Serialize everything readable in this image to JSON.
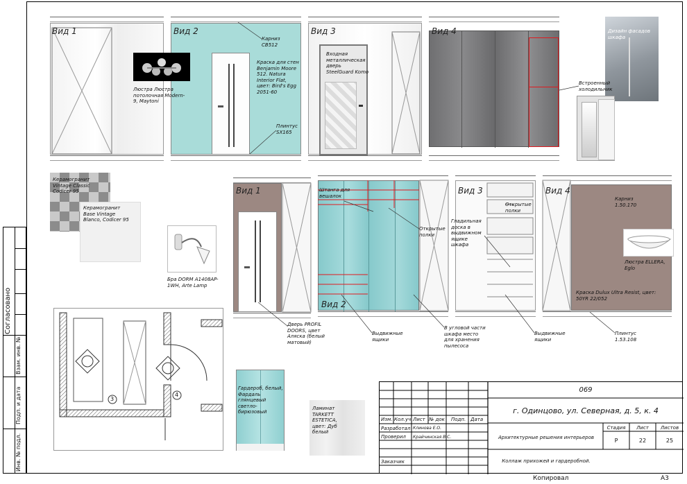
{
  "views_top": {
    "v1": "Вид 1",
    "v2": "Вид 2",
    "v3": "Вид 3",
    "v4": "Вид 4"
  },
  "views_bottom": {
    "v1": "Вид 1",
    "v2": "Вид 2",
    "v3": "Вид 3",
    "v4": "Вид 4"
  },
  "labels": {
    "chandelier": "Люстра Люстра потолочная Modern-9, Maytoni",
    "cornice_top": "Карниз CB512",
    "paint_top": "Краска для стен Benjamin Moore 512. Natura Interior Flat, цвет: Bird's Egg 2051-60",
    "plinth_top": "Плинтус SX165",
    "entrance_door": "Входная металлическая дверь SteelGuard Komo",
    "fridge": "Встроенный холодильник",
    "facade_design": "Дизайн фасадов шкафа",
    "tile1": "Керамогранит Vintage Classic Codicer 95",
    "tile2": "Керамогранит Base Vintage Blanco, Codicer 95",
    "sconce": "Бра DORM A1408AP-1WH, Arte Lamp",
    "door_profil": "Дверь PROFIL DOORS, цвет Аляска (белый матовый)",
    "hanger_bar": "Штанга для вешалок",
    "open_shelves_1": "Открытые полки",
    "drawers_1": "Выдвижные ящики",
    "vacuum": "В угловой части шкафа место для хранения пылесоса",
    "ironing": "Гладильная доска в выдвижном ящике шкафа",
    "open_shelves_2": "Открытые полки",
    "drawers_2": "Выдвижные ящики",
    "cornice_bottom": "Карниз 1.50.170",
    "chandelier_ellera": "Люстра ELLERA, Eglo",
    "paint_dulux": "Краска Dulux Ultra Resist, цвет: 50YR 22/052",
    "plinth_bottom": "Плинтус 1.53.108",
    "wardrobe": "Гардероб, белый, Фардаль глянцевый светло-бирюзовый",
    "laminate": "Ламинат TARKETT ESTETICA, цвет: Дуб белый",
    "plan_num3": "3",
    "plan_num4": "4"
  },
  "side_stamp": {
    "agreed": "Согласовано",
    "inv_no": "Взам. инв. №",
    "sign_date": "Подп. и дата",
    "inv_orig": "Инв. № подл."
  },
  "title_block": {
    "code": "069",
    "address": "г. Одинцово, ул. Северная, д. 5, к. 4",
    "col_izm": "Изм.",
    "col_koluch": "Кол.уч",
    "col_list": "Лист",
    "col_doc": "№ док",
    "col_podp": "Подп.",
    "col_date": "Дата",
    "developed": "Разработал",
    "developer": "Клинова Е.О.",
    "checked": "Проверил",
    "checker": "Крайчинская В.С.",
    "customer": "Заказчик",
    "project": "Архитектурные решения интерьеров",
    "stage_h": "Стадия",
    "sheet_h": "Лист",
    "sheets_h": "Листов",
    "stage": "Р",
    "sheet": "22",
    "sheets": "25",
    "sheet_title": "Коллаж прихожей и гардеробной."
  },
  "footer": {
    "copied": "Копировал",
    "format": "А3"
  },
  "colors": {
    "teal_wall": "#a9dcd9",
    "brown_wall": "#9c8882",
    "wardrobe_teal": "#8fcfd0",
    "grey_facade": "#7a7a7c",
    "red_outline": "#e0191e"
  }
}
